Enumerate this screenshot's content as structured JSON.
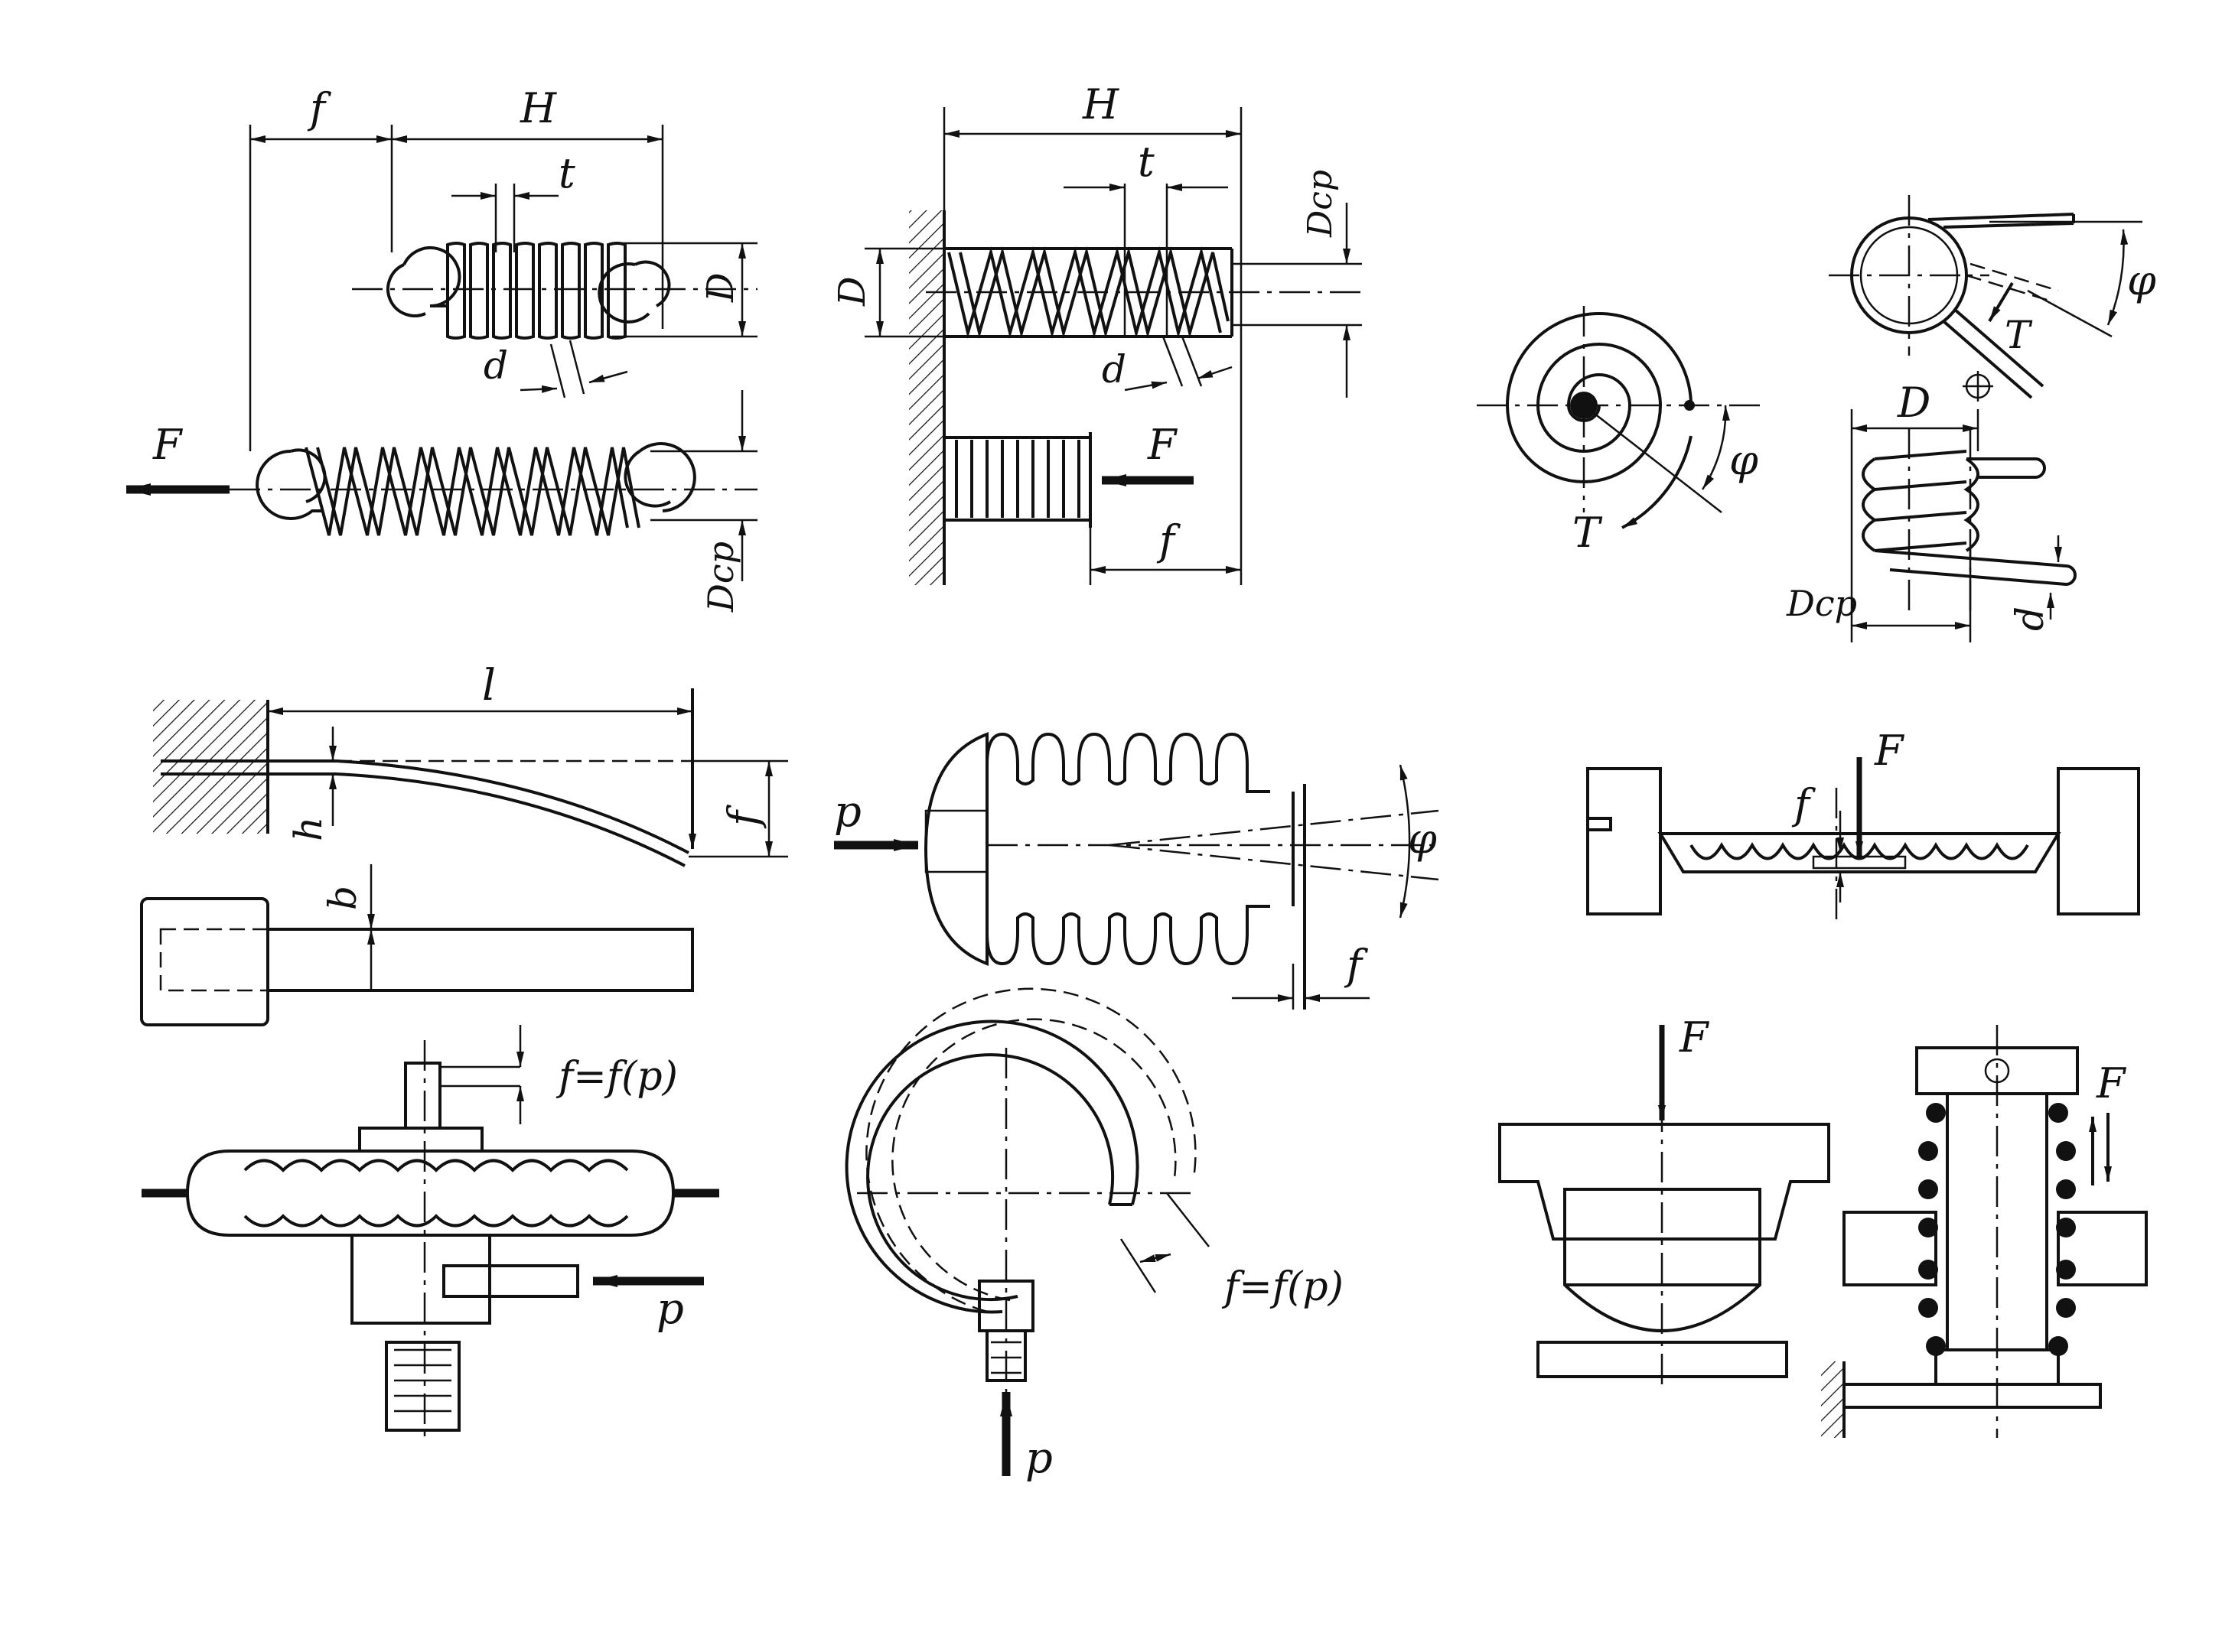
{
  "labels": {
    "f": "f",
    "H": "H",
    "t": "t",
    "d": "d",
    "D": "D",
    "Dcp": "Dср",
    "F": "F",
    "T": "T",
    "phi": "φ",
    "l": "l",
    "h": "h",
    "b": "b",
    "p": "p",
    "f_of_p": "f=f(p)"
  },
  "colors": {
    "ink": "#111111",
    "paper": "#ffffff"
  }
}
